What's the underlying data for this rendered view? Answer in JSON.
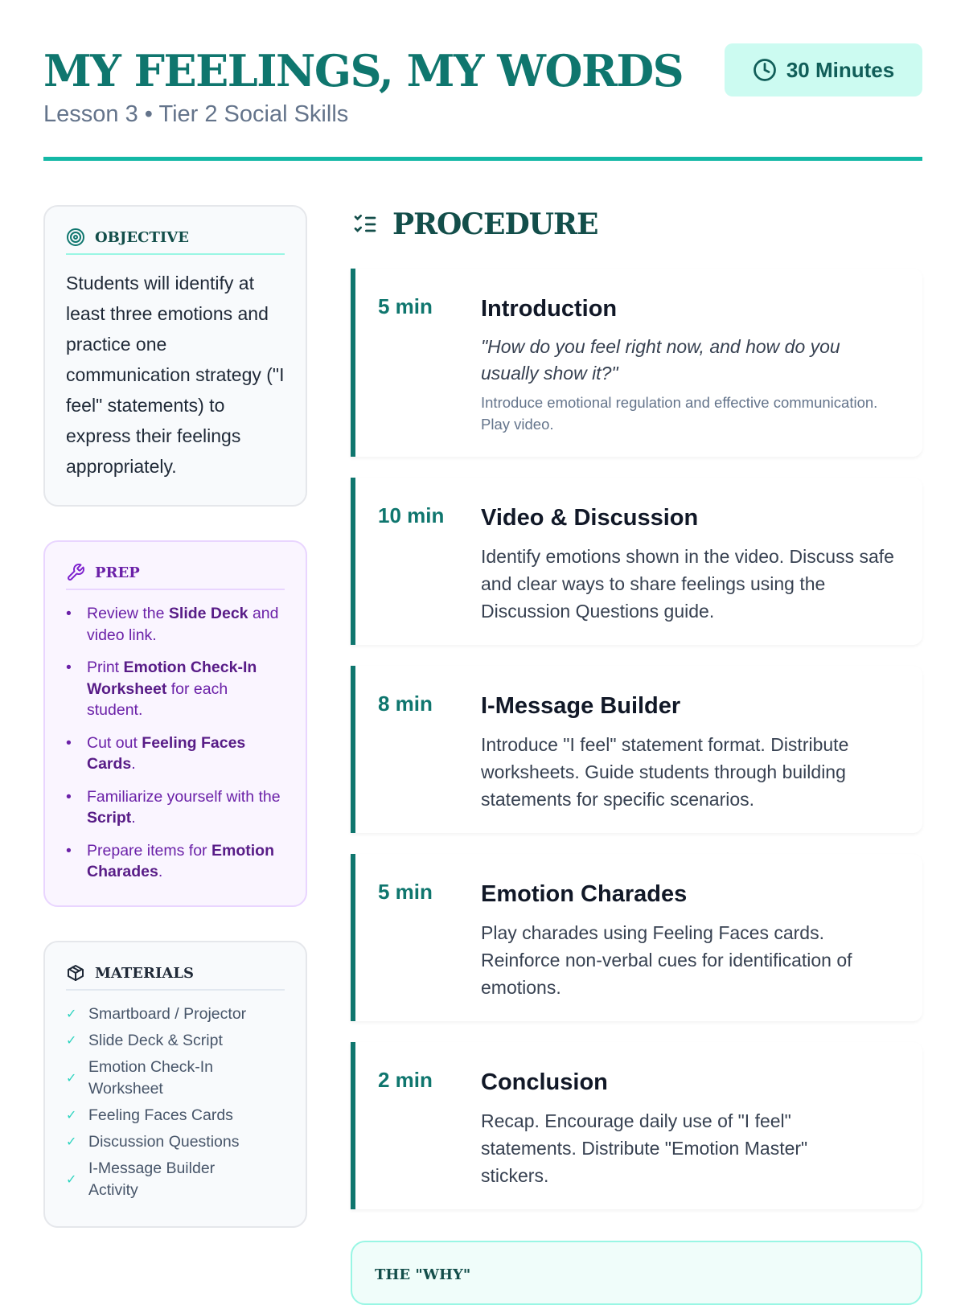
{
  "header": {
    "title": "MY FEELINGS, MY WORDS",
    "subtitle": "Lesson 3 • Tier 2 Social Skills",
    "duration": "30 Minutes"
  },
  "objective": {
    "heading": "OBJECTIVE",
    "text": "Students will identify at least three emotions and practice one communication strategy (\"I feel\" statements) to express their feelings appropriately."
  },
  "prep": {
    "heading": "PREP",
    "items": [
      {
        "a": "Review the ",
        "b": "Slide Deck",
        "c": " and video link."
      },
      {
        "a": "Print ",
        "b": "Emotion Check-In Worksheet",
        "c": " for each student."
      },
      {
        "a": "Cut out ",
        "b": "Feeling Faces Cards",
        "c": "."
      },
      {
        "a": "Familiarize yourself with the ",
        "b": "Script",
        "c": "."
      },
      {
        "a": "Prepare items for ",
        "b": "Emotion Charades",
        "c": "."
      }
    ]
  },
  "materials": {
    "heading": "MATERIALS",
    "items": [
      "Smartboard / Projector",
      "Slide Deck & Script",
      "Emotion Check-In Worksheet",
      "Feeling Faces Cards",
      "Discussion Questions",
      "I-Message Builder Activity"
    ]
  },
  "procedure": {
    "heading": "PROCEDURE",
    "steps": [
      {
        "time": "5 min",
        "title": "Introduction",
        "question": "\"How do you feel right now, and how do you usually show it?\"",
        "note": "Introduce emotional regulation and effective communication. Play video."
      },
      {
        "time": "10 min",
        "title": "Video & Discussion",
        "desc": "Identify emotions shown in the video. Discuss safe and clear ways to share feelings using the Discussion Questions guide."
      },
      {
        "time": "8 min",
        "title": "I-Message Builder",
        "desc": "Introduce \"I feel\" statement format. Distribute worksheets. Guide students through building statements for specific scenarios."
      },
      {
        "time": "5 min",
        "title": "Emotion Charades",
        "desc": "Play charades using Feeling Faces cards. Reinforce non-verbal cues for identification of emotions."
      },
      {
        "time": "2 min",
        "title": "Conclusion",
        "desc": "Recap. Encourage daily use of \"I feel\" statements. Distribute \"Emotion Master\" stickers."
      }
    ]
  },
  "why": {
    "heading": "THE \"WHY\""
  }
}
